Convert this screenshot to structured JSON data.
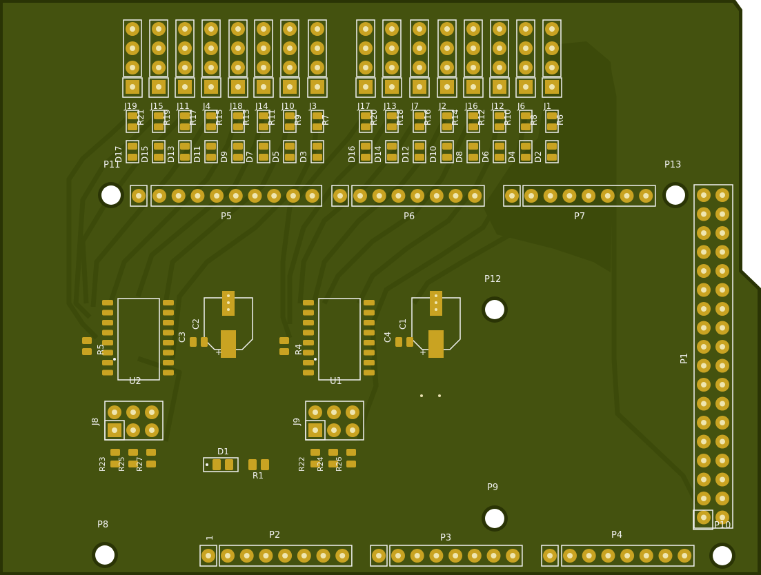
{
  "colors": {
    "board": "#44520f",
    "copper": "#3c4a0a",
    "copper_edge": "#2a3405",
    "pad": "#c9a322",
    "pad_hole": "#efe6b0",
    "silk": "#f2f2f2",
    "mount_hole": "#ffffff"
  },
  "headers_top": [
    {
      "label": "J19"
    },
    {
      "label": "J15"
    },
    {
      "label": "J11"
    },
    {
      "label": "J4"
    },
    {
      "label": "J18"
    },
    {
      "label": "J14"
    },
    {
      "label": "J10"
    },
    {
      "label": "J3"
    },
    {
      "label": "J17"
    },
    {
      "label": "J13"
    },
    {
      "label": "J7"
    },
    {
      "label": "J2"
    },
    {
      "label": "J16"
    },
    {
      "label": "J12"
    },
    {
      "label": "J6"
    },
    {
      "label": "J1"
    }
  ],
  "resistors_top": [
    "R21",
    "R19",
    "R17",
    "R15",
    "R13",
    "R11",
    "R9",
    "R7",
    "R20",
    "R18",
    "R16",
    "R14",
    "R12",
    "R10",
    "R8",
    "R6"
  ],
  "leds_top": [
    "D17",
    "D15",
    "D13",
    "D11",
    "D9",
    "D7",
    "D5",
    "D3",
    "D16",
    "D14",
    "D12",
    "D10",
    "D8",
    "D6",
    "D4",
    "D2"
  ],
  "connectors": {
    "p5": "P5",
    "p6": "P6",
    "p7": "P7",
    "p1": "P1",
    "p2": "P2",
    "p3": "P3",
    "p4": "P4",
    "p2_pin1": "1"
  },
  "mount_holes": {
    "p11": "P11",
    "p13": "P13",
    "p12": "P12",
    "p9": "P9",
    "p8": "P8",
    "p10": "P10"
  },
  "ics": {
    "u1": "U1",
    "u2": "U2"
  },
  "passives": {
    "c1": "C1",
    "c2": "C2",
    "c3": "C3",
    "c4": "C4",
    "r4": "R4",
    "r5": "R5",
    "r1": "R1",
    "d1": "D1",
    "j8": "J8",
    "j9": "J9",
    "r22": "R22",
    "r23": "R23",
    "r24": "R24",
    "r25": "R25",
    "r26": "R26",
    "r27": "R27"
  },
  "regulator_pin_plus": "+"
}
